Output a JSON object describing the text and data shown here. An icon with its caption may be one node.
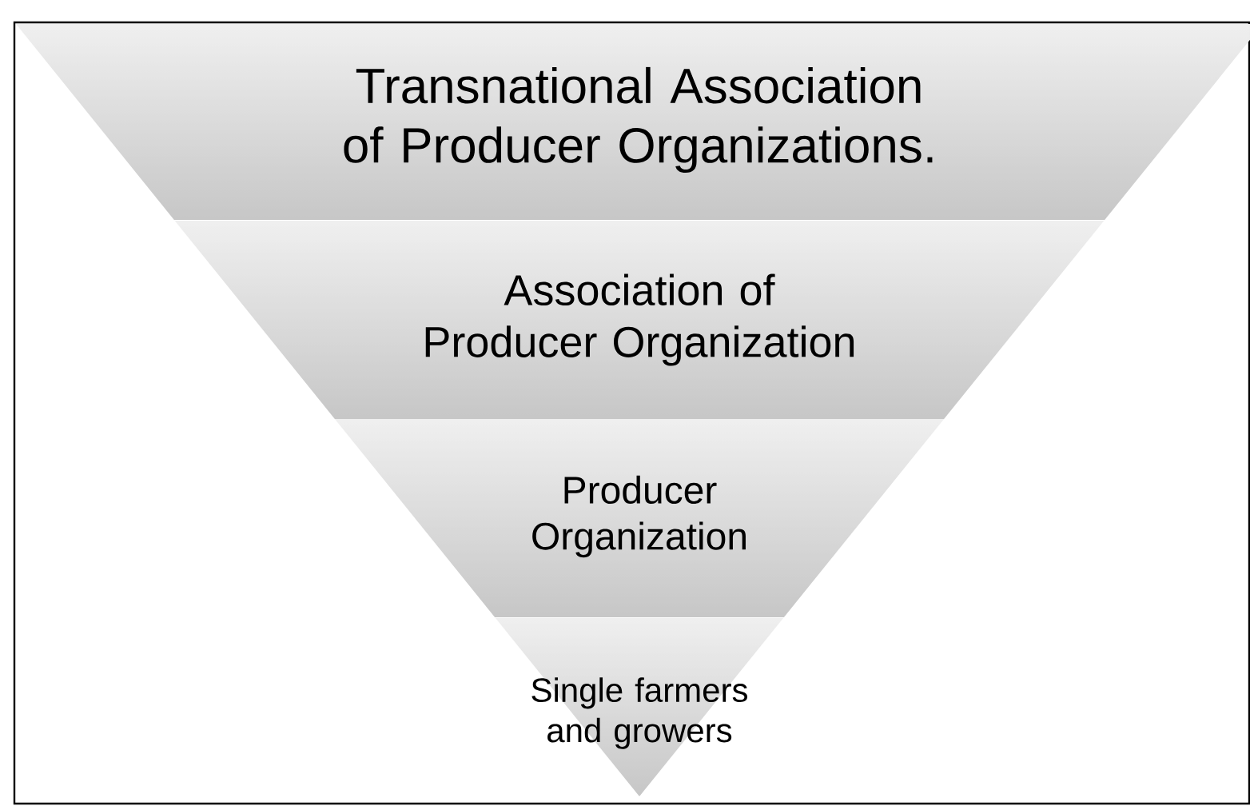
{
  "diagram": {
    "nodes": [
      {
        "text": [
          "Transnational Association of Producer Organizations."
        ]
      },
      {
        "text": [
          "Association of Producer Organization"
        ]
      },
      {
        "text": [
          "Producer Organization"
        ]
      },
      {
        "text": [
          "Single farmers and growers"
        ]
      }
    ]
  }
}
